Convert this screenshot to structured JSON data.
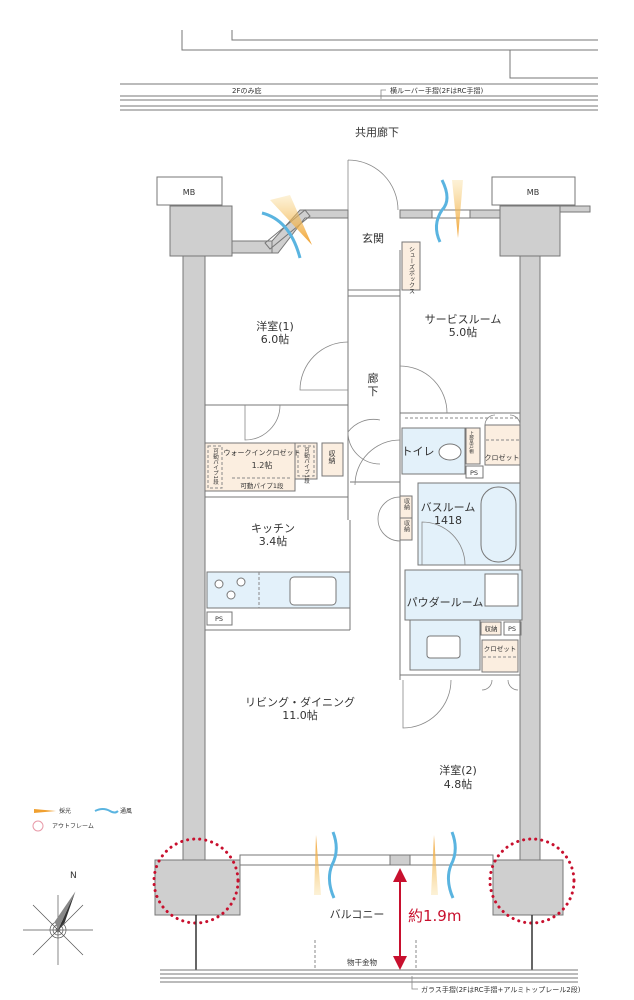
{
  "top": {
    "eaves_label": "2Fのみ庇",
    "louver_label": "横ルーバー手摺(2FはRC手摺)",
    "corridor_label": "共用廊下"
  },
  "rooms": {
    "mb_left": "MB",
    "mb_right": "MB",
    "entrance": "玄関",
    "shoe_box": "シューズボックス",
    "western1_name": "洋室(1)",
    "western1_size": "6.0帖",
    "service_name": "サービスルーム",
    "service_size": "5.0帖",
    "hall_1": "廊",
    "hall_2": "下",
    "wic_name": "ウォークインクロゼット",
    "wic_size": "1.2帖",
    "wic_pipe_left": "可動パイプ1段",
    "wic_pipe_right": "可動パイプ1段",
    "wic_pipe_bottom": "可動パイプ1段",
    "storage": "収納",
    "toilet": "トイレ",
    "upper_cabinet": "上部吊戸棚",
    "closet": "クロゼット",
    "ps": "PS",
    "bath_name": "バスルーム",
    "bath_size": "1418",
    "kitchen_name": "キッチン",
    "kitchen_size": "3.4帖",
    "powder": "パウダールーム",
    "ldk_name": "リビング・ダイニング",
    "ldk_size": "11.0帖",
    "western2_name": "洋室(2)",
    "western2_size": "4.8帖"
  },
  "balcony": {
    "label": "バルコニー",
    "depth": "約1.9m",
    "drying_hardware": "物干金物",
    "railing_label": "ガラス手摺(2FはRC手摺+アルミトップレール2段)"
  },
  "legend": {
    "daylight": "採光",
    "ventilation": "通風",
    "outframe": "アウトフレーム"
  },
  "compass": {
    "north": "N"
  },
  "colors": {
    "daylight": "#f0a030",
    "ventilation": "#5ab4e0",
    "outframe": "#c8102e",
    "wet_area": "#e3f1fa",
    "storage": "#fbeee0",
    "wall": "#cfcfcf"
  }
}
